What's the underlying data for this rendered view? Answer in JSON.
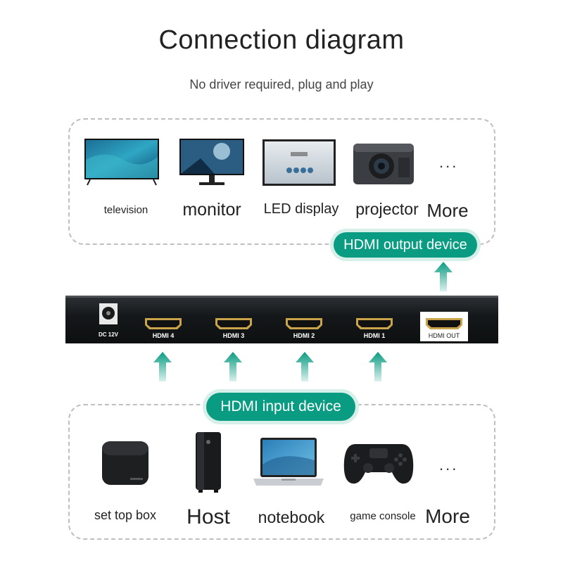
{
  "header": {
    "title": "Connection diagram",
    "subtitle": "No driver required, plug and play"
  },
  "output": {
    "pill_label": "HDMI output device",
    "devices": [
      {
        "label": "television",
        "icon": "television-icon"
      },
      {
        "label": "monitor",
        "icon": "monitor-icon"
      },
      {
        "label": "LED display",
        "icon": "led-display-icon"
      },
      {
        "label": "projector",
        "icon": "projector-icon"
      },
      {
        "label": "More",
        "icon": "ellipsis-icon"
      }
    ],
    "ellipsis": "..."
  },
  "switch": {
    "power_label": "DC 12V",
    "ports": [
      "HDMI 4",
      "HDMI 3",
      "HDMI 2",
      "HDMI 1"
    ],
    "out_label": "HDMI OUT"
  },
  "input": {
    "pill_label": "HDMI input device",
    "devices": [
      {
        "label": "set top box",
        "icon": "set-top-box-icon"
      },
      {
        "label": "Host",
        "icon": "pc-tower-icon"
      },
      {
        "label": "notebook",
        "icon": "laptop-icon"
      },
      {
        "label": "game console",
        "icon": "gamepad-icon"
      },
      {
        "label": "More",
        "icon": "ellipsis-icon"
      }
    ],
    "ellipsis": "..."
  },
  "colors": {
    "accent": "#0a9c83",
    "pill_glow": "#d6efe9",
    "switch_body": "#15181a",
    "port_gold": "#c9a44a"
  }
}
